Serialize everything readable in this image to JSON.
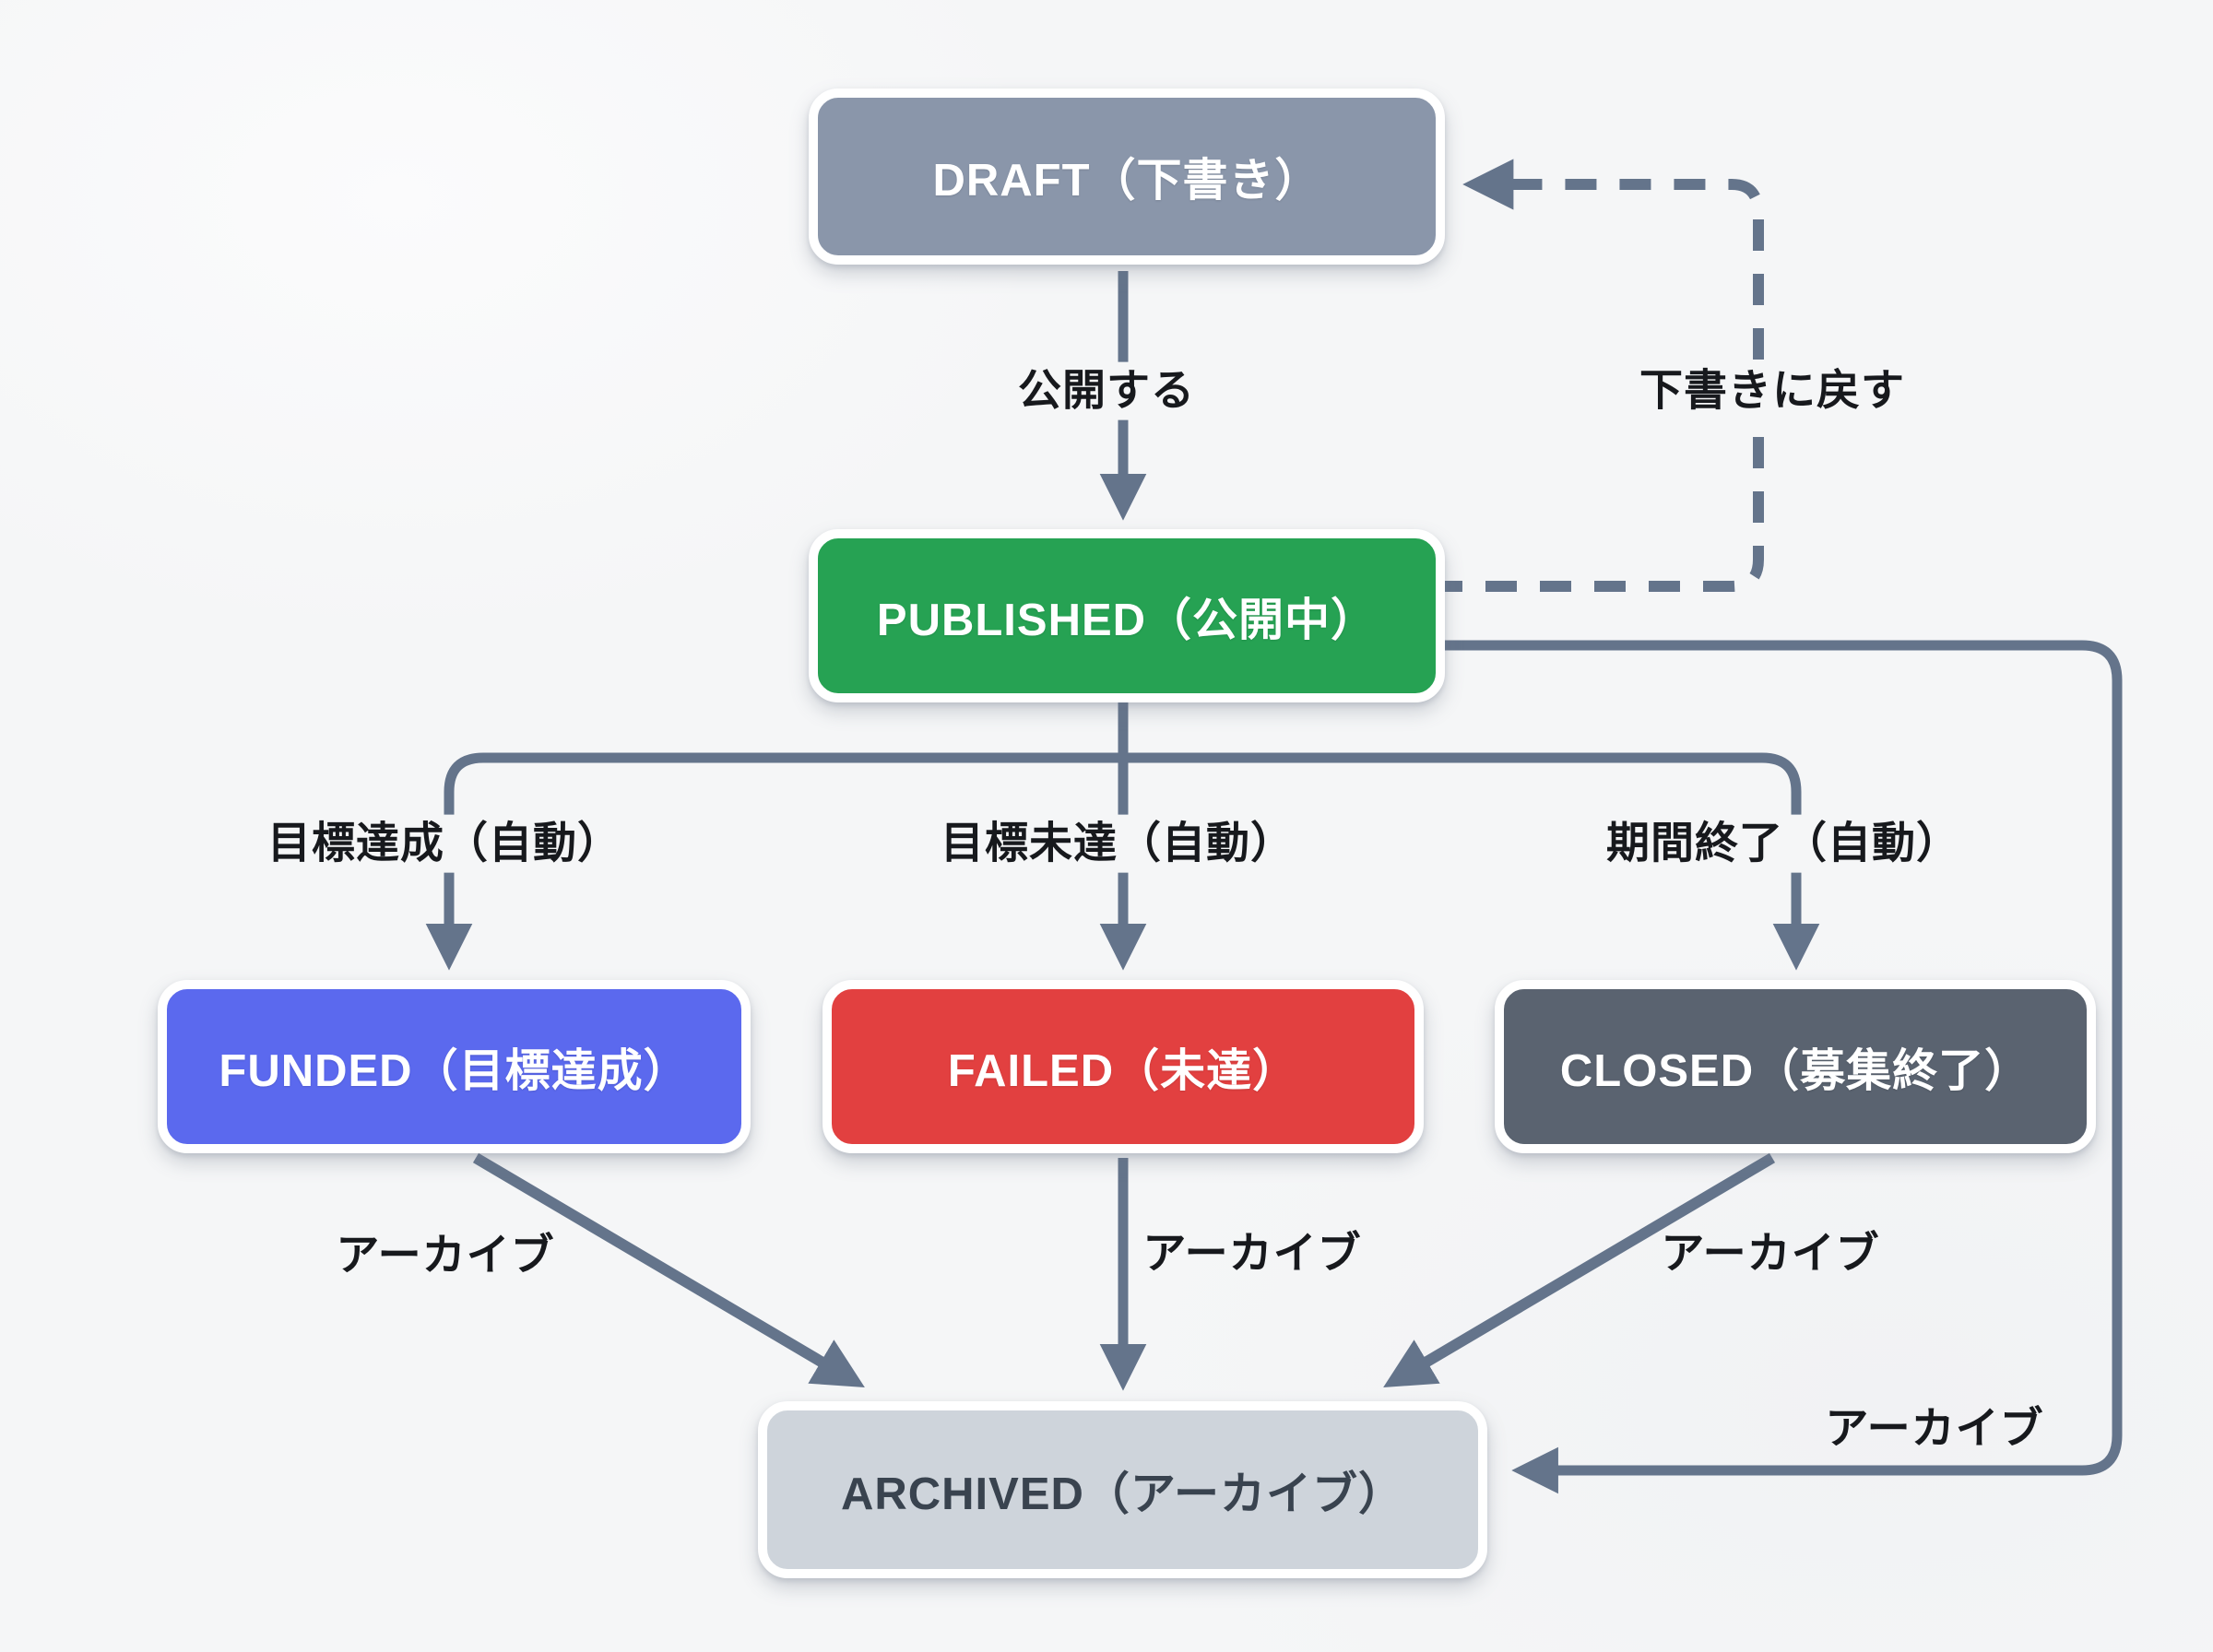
{
  "diagram": {
    "title": "campaign-state-flow",
    "line_color": "#64748b",
    "background_color": "#f5f6f7",
    "label_text_color": "#17191d",
    "nodes": {
      "draft": {
        "label": "DRAFT（下書き）",
        "color": "#8a96aa",
        "text_color": "#ffffff"
      },
      "published": {
        "label": "PUBLISHED（公開中）",
        "color": "#26a253",
        "text_color": "#ffffff"
      },
      "funded": {
        "label": "FUNDED（目標達成）",
        "color": "#5b69ee",
        "text_color": "#ffffff"
      },
      "failed": {
        "label": "FAILED（未達）",
        "color": "#e24040",
        "text_color": "#ffffff"
      },
      "closed": {
        "label": "CLOSED（募集終了）",
        "color": "#5a6370",
        "text_color": "#ffffff"
      },
      "archived": {
        "label": "ARCHIVED（アーカイブ）",
        "color": "#ced4db",
        "text_color": "#39434f"
      }
    },
    "edges": {
      "publish": {
        "label": "公開する"
      },
      "back_to_draft": {
        "label": "下書きに戻す",
        "style": "dashed"
      },
      "goal_reached_auto": {
        "label": "目標達成（自動）"
      },
      "goal_missed_auto": {
        "label": "目標未達（自動）"
      },
      "period_ended_auto": {
        "label": "期間終了（自動）"
      },
      "archive_from_funded": {
        "label": "アーカイブ"
      },
      "archive_from_failed": {
        "label": "アーカイブ"
      },
      "archive_from_closed": {
        "label": "アーカイブ"
      },
      "archive_from_published": {
        "label": "アーカイブ"
      }
    }
  }
}
